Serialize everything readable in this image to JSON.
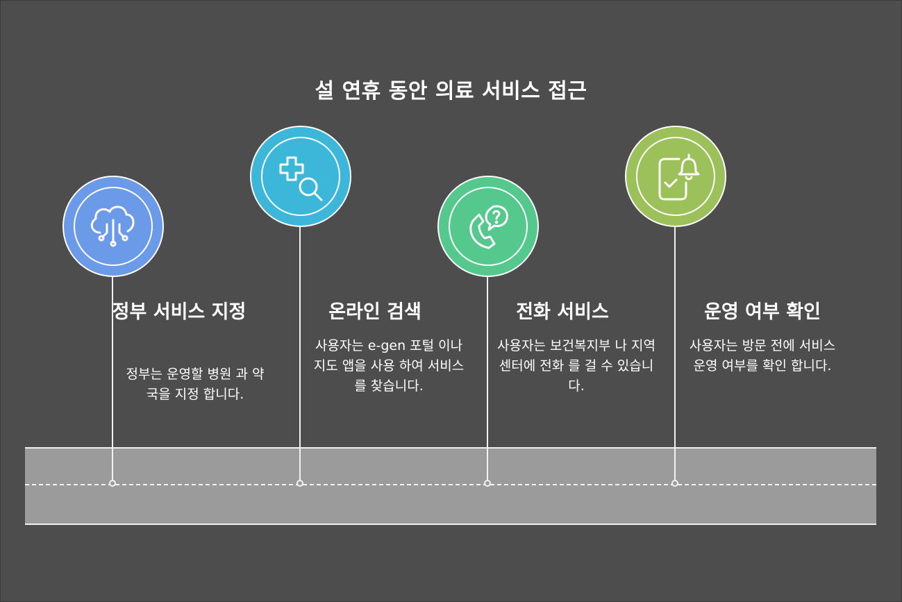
{
  "title": "설 연휴 동안 의료 서비스 접근",
  "colors": {
    "background": "#4d4d4d",
    "road": "#9b9b9b",
    "stage1": "#6b9be8",
    "stage2": "#3db7d9",
    "stage3": "#55c88d",
    "stage4": "#9dc15a"
  },
  "stages": [
    {
      "title": "정부 서비스 지정",
      "description": "정부는 운영할 병원 과 약국을 지정 합니다.",
      "icon": "cloud-circuit-icon"
    },
    {
      "title": "온라인 검색",
      "description": "사용자는 e-gen 포털 이나 지도 앱을 사용 하여 서비스를 찾습니다.",
      "icon": "medical-search-icon"
    },
    {
      "title": "전화 서비스",
      "description": "사용자는 보건복지부 나 지역 센터에 전화 를 걸 수 있습니다.",
      "icon": "phone-question-icon"
    },
    {
      "title": "운영 여부 확인",
      "description": "사용자는 방문 전에 서비스 운영 여부를 확인 합니다.",
      "icon": "mobile-notification-icon"
    }
  ]
}
